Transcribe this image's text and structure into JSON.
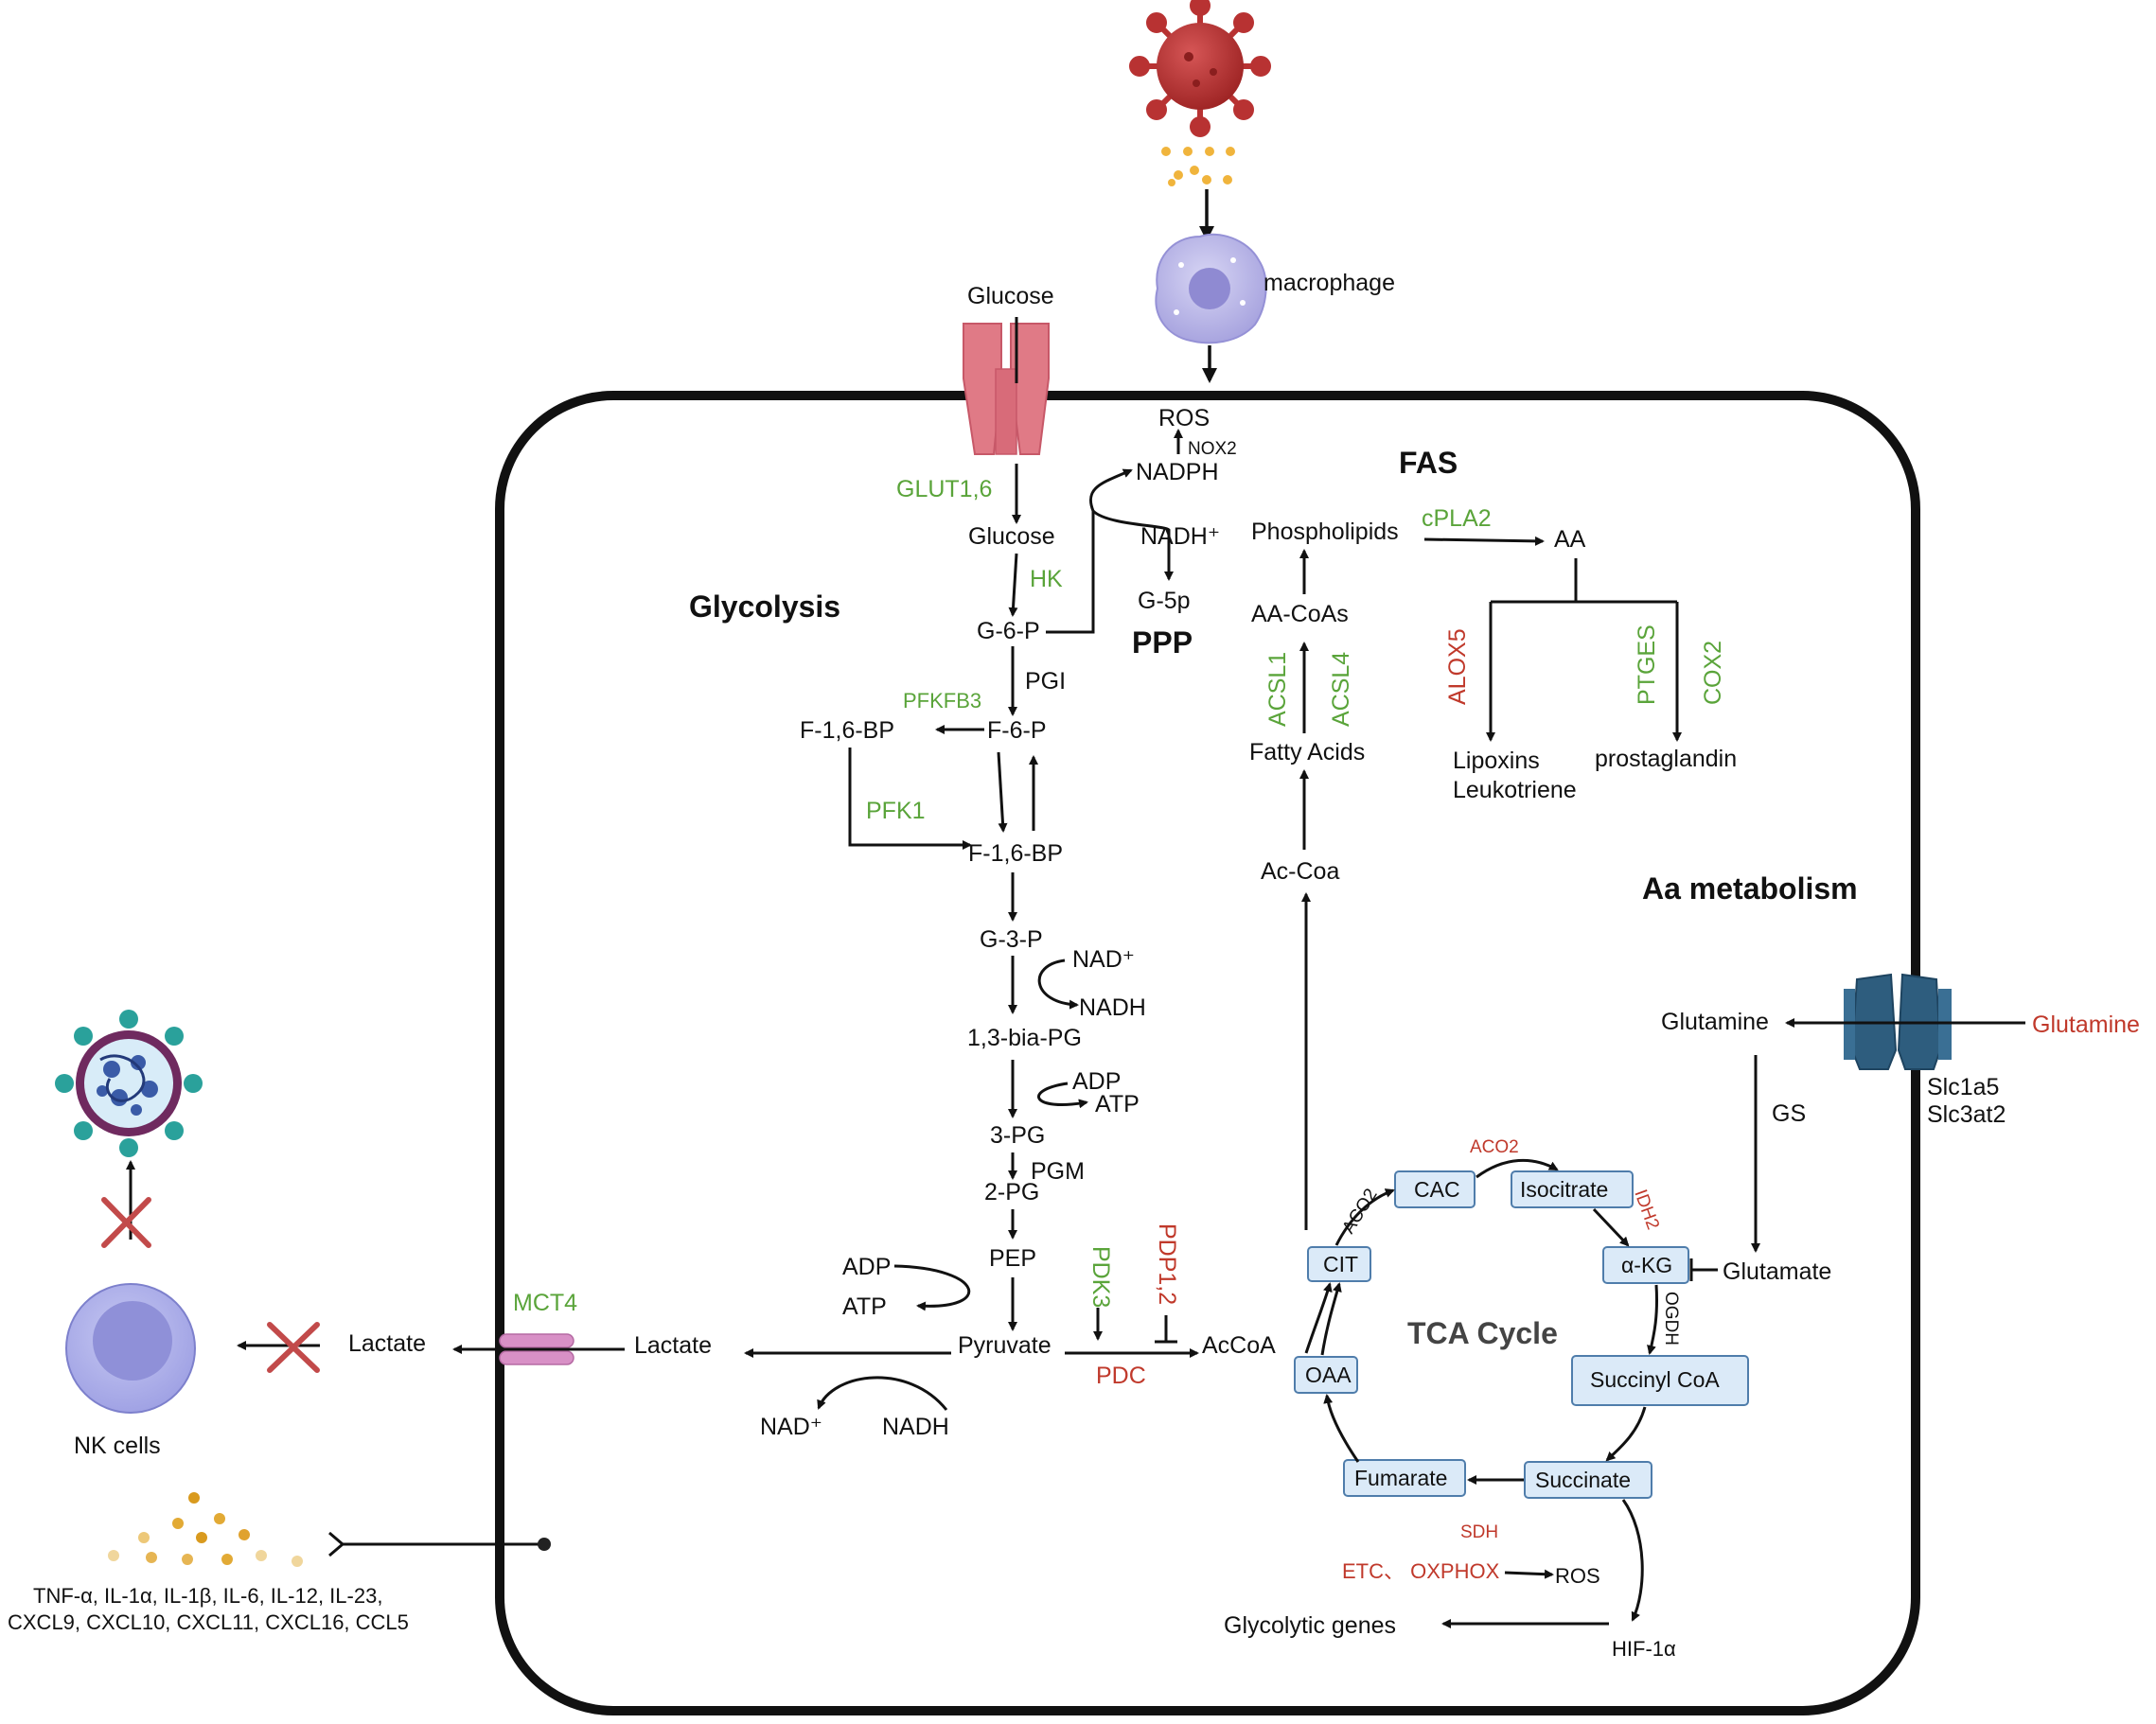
{
  "headings": {
    "glycolysis": "Glycolysis",
    "ppp": "PPP",
    "fas": "FAS",
    "aa_metabolism": "Aa metabolism",
    "tca_cycle": "TCA  Cycle"
  },
  "extracellular": {
    "macrophage": "macrophage",
    "glucose_outside": "Glucose",
    "glutamine_outside": "Glutamine",
    "transporter_glutamine_1": "Slc1a5",
    "transporter_glutamine_2": "Slc3at2",
    "nk_cells": "NK cells",
    "lactate_outside": "Lactate",
    "cytokines_line1": "TNF-α, IL-1α, IL-1β, IL-6, IL-12, IL-23,",
    "cytokines_line2": "CXCL9, CXCL10, CXCL11, CXCL16, CCL5"
  },
  "glycolysis": {
    "glut": "GLUT1,6",
    "glucose": "Glucose",
    "hk": "HK",
    "g6p": "G-6-P",
    "pgi": "PGI",
    "pfkfb3": "PFKFB3",
    "f16bp_left": "F-1,6-BP",
    "f6p": "F-6-P",
    "pfk1": "PFK1",
    "f16bp": "F-1,6-BP",
    "g3p": "G-3-P",
    "nad_plus": "NAD⁺",
    "nadh": "NADH",
    "bpg": "1,3-bia-PG",
    "adp": "ADP",
    "atp": "ATP",
    "pg3": "3-PG",
    "pgm": "PGM",
    "pg2": "2-PG",
    "pep": "PEP",
    "adp2": "ADP",
    "atp2": "ATP",
    "pyruvate": "Pyruvate",
    "lactate": "Lactate",
    "mct4": "MCT4",
    "nad_plus2": "NAD⁺",
    "nadh2": "NADH",
    "pdk3": "PDK3",
    "pdp12": "PDP1,2",
    "pdc": "PDC",
    "accoa": "AcCoA"
  },
  "ppp": {
    "ros": "ROS",
    "nox2": "NOX2",
    "nadph": "NADPH",
    "nadh_plus": "NADH⁺",
    "g5p": "G-5p"
  },
  "fas": {
    "phospholipids": "Phospholipids",
    "cpla2": "cPLA2",
    "aa": "AA",
    "aa_coas": "AA-CoAs",
    "acsl1": "ACSL1",
    "acsl4": "ACSL4",
    "fatty_acids": "Fatty Acids",
    "ac_coa": "Ac-Coa",
    "alox5": "ALOX5",
    "ptges": "PTGES",
    "cox2": "COX2",
    "lipoxins": "Lipoxins",
    "leukotriene": "Leukotriene",
    "prostaglandin": "prostaglandin"
  },
  "tca": {
    "cit": "CIT",
    "cac": "CAC",
    "isocitrate": "Isocitrate",
    "akg": "α-KG",
    "succinyl_coa": "Succinyl CoA",
    "succinate": "Succinate",
    "fumarate": "Fumarate",
    "oaa": "OAA",
    "aco2_a": "ACO2",
    "aco2_b": "ACO2",
    "idh2": "IDH2",
    "ogdh": "OGDH",
    "sdh": "SDH",
    "etc": "ETC、 OXPHOX",
    "ros": "ROS",
    "hif": "HIF-1α",
    "glycolytic_genes": "Glycolytic  genes"
  },
  "aa_metabolism": {
    "glutamine": "Glutamine",
    "gs": "GS",
    "glutamate": "Glutamate"
  },
  "colors": {
    "enzyme_green": "#5aa43a",
    "enzyme_red": "#c0392b",
    "virus_red": "#b83232",
    "macrophage_purple": "#b7b4e6",
    "glut_pink": "#e07a86",
    "mct4_pink": "#d890c6",
    "glutamine_transporter_blue": "#2e5d7e",
    "tca_box_fill": "#dbeaf8",
    "nk_cell_purple": "#9d9ee0"
  },
  "icons": {
    "virus": "virus-icon",
    "macrophage": "macrophage-icon",
    "glut_transporter": "glucose-transporter-icon",
    "glutamine_transporter": "glutamine-transporter-icon",
    "mct4_transporter": "mct4-transporter-icon",
    "nk_cell": "nk-cell-icon",
    "infected_virus": "sars-virus-icon",
    "inhibition_cross": "red-cross-icon",
    "cytokine_dots": "cytokine-dots-icon"
  }
}
